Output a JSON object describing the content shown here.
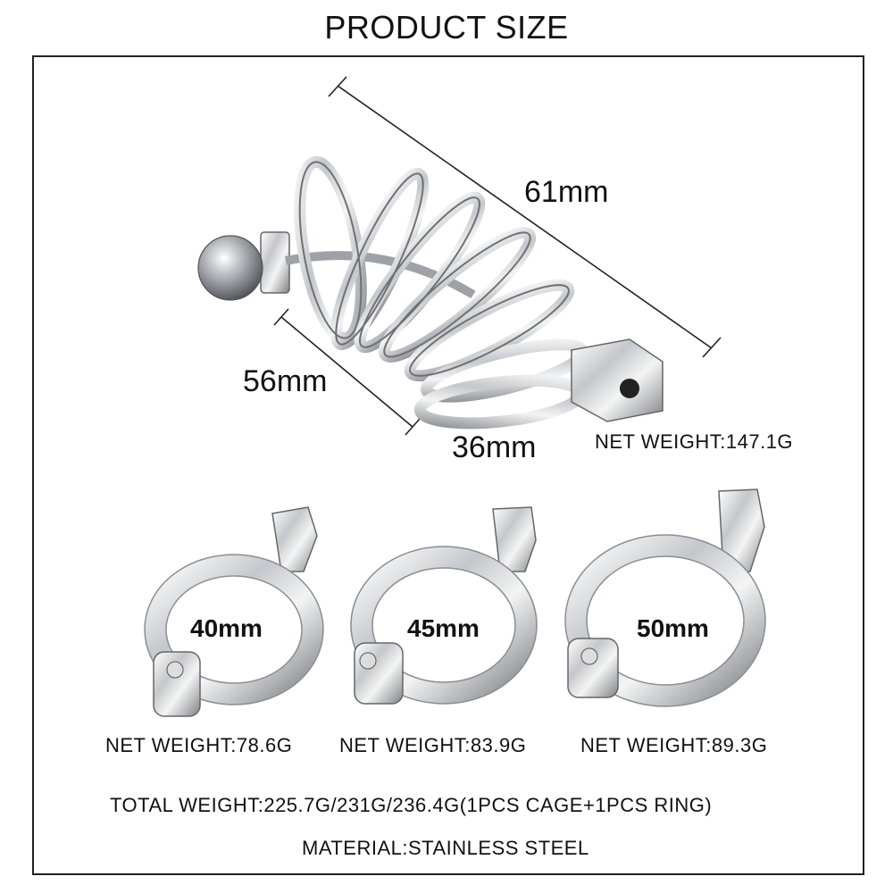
{
  "title": "PRODUCT SIZE",
  "cage": {
    "length": "61mm",
    "height": "56mm",
    "width": "36mm",
    "net_weight": "NET WEIGHT:147.1G"
  },
  "rings": [
    {
      "size": "40mm",
      "net_weight": "NET WEIGHT:78.6G"
    },
    {
      "size": "45mm",
      "net_weight": "NET WEIGHT:83.9G"
    },
    {
      "size": "50mm",
      "net_weight": "NET WEIGHT:89.3G"
    }
  ],
  "total_weight": "TOTAL WEIGHT:225.7G/231G/236.4G(1PCS CAGE+1PCS RING)",
  "material": "MATERIAL:STAINLESS STEEL",
  "colors": {
    "border": "#222222",
    "metal_light": "#f2f2f2",
    "metal_mid": "#b9bcc0",
    "metal_dark": "#6e7277"
  }
}
